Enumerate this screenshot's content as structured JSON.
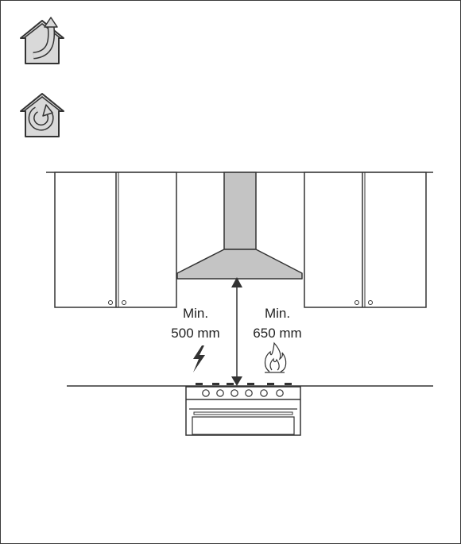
{
  "icons": [
    {
      "name": "ducted-extraction-icon"
    },
    {
      "name": "recirculation-icon"
    }
  ],
  "labels": {
    "electric": {
      "line1": "Min.",
      "line2": "500 mm"
    },
    "gas": {
      "line1": "Min.",
      "line2": "650 mm"
    }
  },
  "colors": {
    "hood": "#c4c4c4",
    "outline": "#333333",
    "icon_bg": "#d9d9d9"
  }
}
